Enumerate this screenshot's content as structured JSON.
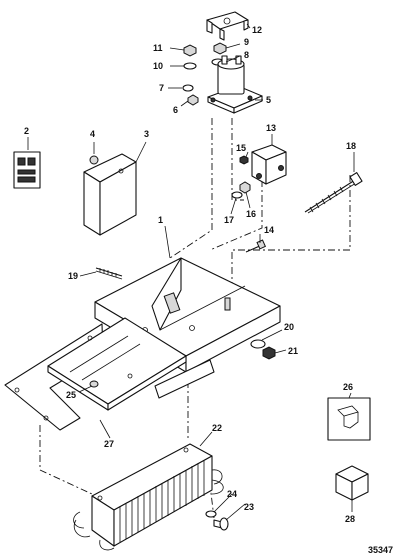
{
  "callouts": [
    {
      "id": "c1",
      "label": "1"
    },
    {
      "id": "c2",
      "label": "2"
    },
    {
      "id": "c3",
      "label": "3"
    },
    {
      "id": "c4",
      "label": "4"
    },
    {
      "id": "c5",
      "label": "5"
    },
    {
      "id": "c6",
      "label": "6"
    },
    {
      "id": "c7",
      "label": "7"
    },
    {
      "id": "c8",
      "label": "8"
    },
    {
      "id": "c9",
      "label": "9"
    },
    {
      "id": "c10",
      "label": "10"
    },
    {
      "id": "c11",
      "label": "11"
    },
    {
      "id": "c12",
      "label": "12"
    },
    {
      "id": "c13",
      "label": "13"
    },
    {
      "id": "c14",
      "label": "14"
    },
    {
      "id": "c15",
      "label": "15"
    },
    {
      "id": "c16",
      "label": "16"
    },
    {
      "id": "c17",
      "label": "17"
    },
    {
      "id": "c18",
      "label": "18"
    },
    {
      "id": "c19",
      "label": "19"
    },
    {
      "id": "c20",
      "label": "20"
    },
    {
      "id": "c21",
      "label": "21"
    },
    {
      "id": "c22",
      "label": "22"
    },
    {
      "id": "c23",
      "label": "23"
    },
    {
      "id": "c24",
      "label": "24"
    },
    {
      "id": "c25",
      "label": "25"
    },
    {
      "id": "c26",
      "label": "26"
    },
    {
      "id": "c27",
      "label": "27"
    },
    {
      "id": "c28",
      "label": "28"
    }
  ],
  "figure_number": "35347",
  "colors": {
    "line": "#111111",
    "background": "#ffffff"
  }
}
